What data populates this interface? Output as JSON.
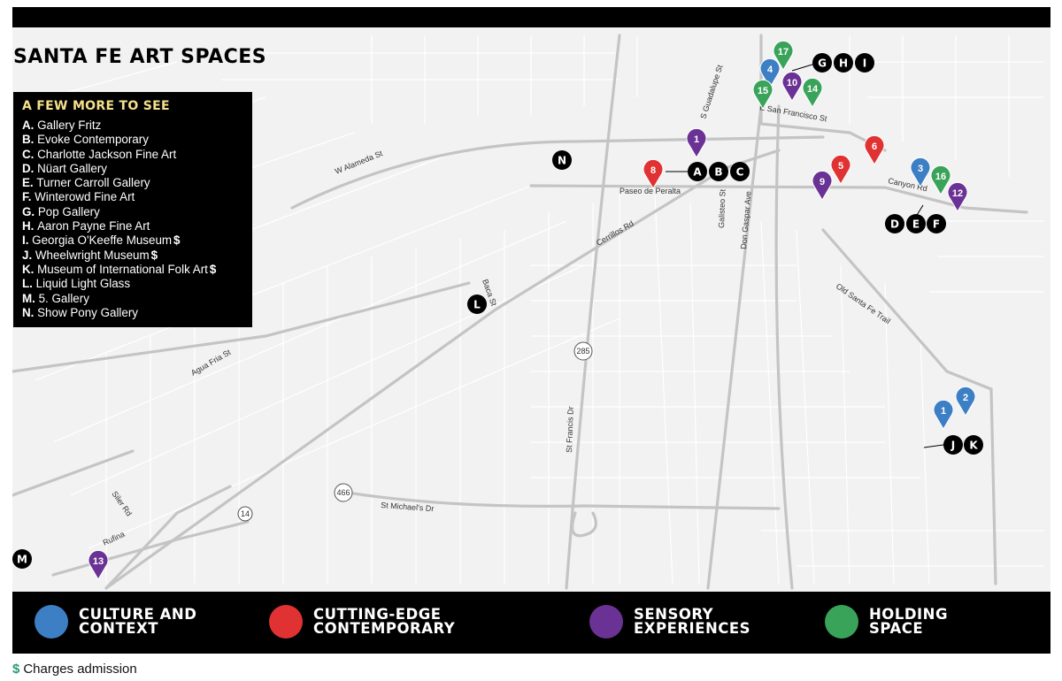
{
  "title": "SANTA FE ART SPACES",
  "more_to_see": {
    "heading": "A FEW MORE TO SEE",
    "items": [
      {
        "key": "A.",
        "name": "Gallery Fritz",
        "fee": ""
      },
      {
        "key": "B.",
        "name": "Evoke Contemporary",
        "fee": ""
      },
      {
        "key": "C.",
        "name": "Charlotte Jackson Fine Art",
        "fee": ""
      },
      {
        "key": "D.",
        "name": "Nüart Gallery",
        "fee": ""
      },
      {
        "key": "E.",
        "name": "Turner Carroll Gallery",
        "fee": ""
      },
      {
        "key": "F.",
        "name": "Winterowd Fine Art",
        "fee": ""
      },
      {
        "key": "G.",
        "name": "Pop Gallery",
        "fee": ""
      },
      {
        "key": "H.",
        "name": "Aaron Payne Fine Art",
        "fee": ""
      },
      {
        "key": "I.",
        "name": "Georgia O'Keeffe Museum",
        "fee": "$"
      },
      {
        "key": "J.",
        "name": "Wheelwright Museum",
        "fee": "$"
      },
      {
        "key": "K.",
        "name": "Museum of International Folk Art",
        "fee": "$"
      },
      {
        "key": "L.",
        "name": "Liquid Light Glass",
        "fee": ""
      },
      {
        "key": "M.",
        "name": "5. Gallery",
        "fee": ""
      },
      {
        "key": "N.",
        "name": "Show Pony Gallery",
        "fee": ""
      }
    ]
  },
  "categories": [
    {
      "label": "CULTURE AND\nCONTEXT",
      "color": "#3d7fc4"
    },
    {
      "label": "CUTTING-EDGE\nCONTEMPORARY",
      "color": "#e03232"
    },
    {
      "label": "SENSORY\nEXPERIENCES",
      "color": "#6a3294"
    },
    {
      "label": "HOLDING\nSPACE",
      "color": "#3aa35a"
    }
  ],
  "footnote": {
    "symbol": "$",
    "text": "Charges admission"
  },
  "road_labels": {
    "w_alameda": "W Alameda St",
    "cerrillos": "Cerrillos Rd",
    "paseo": "Paseo de Peralta",
    "galisteo": "Galisteo St",
    "don_gaspar": "Don Gaspar Ave",
    "guadalupe": "S Guadalupe St",
    "san_francisco": "E San Francisco St",
    "canyon": "Canyon Rd",
    "old_santa_fe": "Old Santa Fe Trail",
    "agua_fria": "Agua Fria St",
    "baca": "Baca St",
    "st_francis": "St Francis Dr",
    "st_michaels": "St Michael's Dr",
    "siler": "Siler Rd",
    "rufina": "Rufina",
    "hwy285": "285",
    "hwy466": "466",
    "hwy14": "14"
  },
  "pins": [
    {
      "num": "1",
      "cat": 2
    },
    {
      "num": "1",
      "cat": 0
    },
    {
      "num": "2",
      "cat": 0
    },
    {
      "num": "3",
      "cat": 0
    },
    {
      "num": "4",
      "cat": 0
    },
    {
      "num": "5",
      "cat": 1
    },
    {
      "num": "6",
      "cat": 1
    },
    {
      "num": "8",
      "cat": 1
    },
    {
      "num": "9",
      "cat": 2
    },
    {
      "num": "10",
      "cat": 2
    },
    {
      "num": "12",
      "cat": 2
    },
    {
      "num": "13",
      "cat": 2
    },
    {
      "num": "14",
      "cat": 3
    },
    {
      "num": "15",
      "cat": 3
    },
    {
      "num": "16",
      "cat": 3
    },
    {
      "num": "17",
      "cat": 3
    }
  ],
  "letter_markers": [
    "A",
    "B",
    "C",
    "D",
    "E",
    "F",
    "G",
    "H",
    "I",
    "J",
    "K",
    "L",
    "M",
    "N"
  ]
}
